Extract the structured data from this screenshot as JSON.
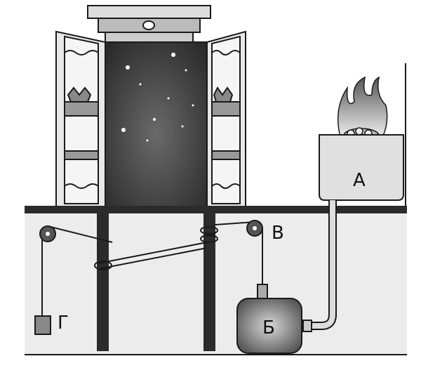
{
  "labels": {
    "vessel_a": "А",
    "vessel_b": "Б",
    "pulley_v": "В",
    "weight_g": "Г"
  },
  "colors": {
    "outline": "#1a1a1a",
    "night": "#3a3a3a",
    "ground": "#ececec",
    "post": "#2b2b2b"
  }
}
